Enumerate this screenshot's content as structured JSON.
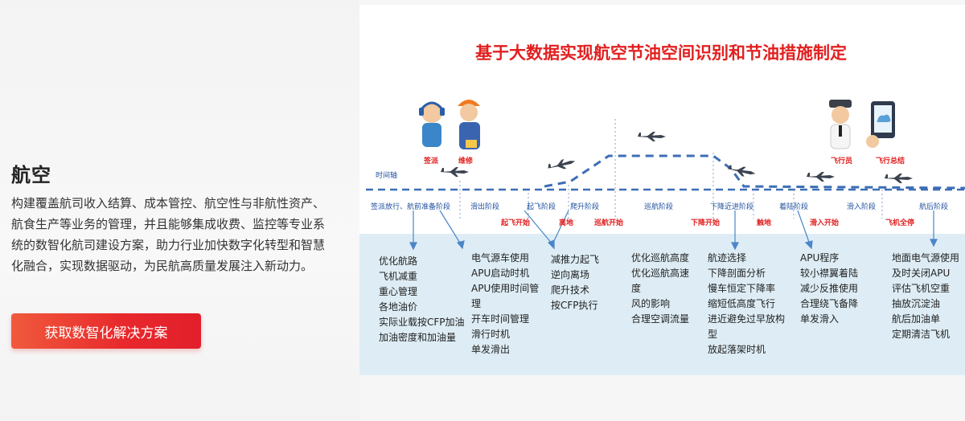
{
  "left": {
    "title": "航空",
    "description": "构建覆盖航司收入结算、成本管控、航空性与非航性资产、航食生产等业务的管理，并且能够集成收费、监控等专业系统的数智化航司建设方案，助力行业加快数字化转型和智慧化融合，实现数据驱动，为民航高质量发展注入新动力。",
    "cta_label": "获取数智化解决方案"
  },
  "diagram": {
    "title": "基于大数据实现航空节油空间识别和节油措施制定",
    "time_axis_label": "时间轴",
    "roles": [
      "签派",
      "维修",
      "飞行员",
      "飞行总结"
    ],
    "stages": [
      "签派放行、航前准备阶段",
      "滑出阶段",
      "起飞阶段",
      "爬升阶段",
      "巡航阶段",
      "下降近进阶段",
      "着陆阶段",
      "滑入阶段",
      "航后阶段"
    ],
    "events": [
      "起飞开始",
      "离地",
      "巡航开始",
      "下降开始",
      "触地",
      "滑入开始",
      "飞机全停"
    ],
    "lists": [
      [
        "优化航路",
        "飞机减重",
        "重心管理",
        "各地油价",
        "实际业载按CFP加油",
        "加油密度和加油量"
      ],
      [
        "电气源车使用",
        "APU启动时机",
        "APU使用时间管",
        "理",
        "开车时间管理",
        "滑行时机",
        "单发滑出"
      ],
      [
        "减推力起飞",
        "逆向离场",
        "爬升技术",
        "按CFP执行"
      ],
      [
        "优化巡航高度",
        "优化巡航高速",
        "度",
        "风的影响",
        "合理空调流量"
      ],
      [
        "航迹选择",
        "下降剖面分析",
        "慢车恒定下降率",
        "缩短低高度飞行",
        "进近避免过早放构",
        "型",
        "放起落架时机"
      ],
      [
        "APU程序",
        "较小襟翼着陆",
        "减少反推使用",
        "合理绕飞备降",
        "单发滑入"
      ],
      [
        "地面电气源使用",
        "及时关闭APU",
        "评估飞机空重",
        "抽放沉淀油",
        "航后加油单",
        "定期清洁飞机"
      ]
    ]
  },
  "colors": {
    "accent_red": "#e21f1f",
    "stage_blue": "#1f4f9e",
    "flight_path": "#3d6eb6",
    "arrow_blue": "#4a86c8",
    "measures_bg": "#deedf5"
  },
  "icons": [
    "airplane-icon",
    "headset-person-icon",
    "mechanic-icon",
    "pilot-icon",
    "tablet-icon"
  ]
}
